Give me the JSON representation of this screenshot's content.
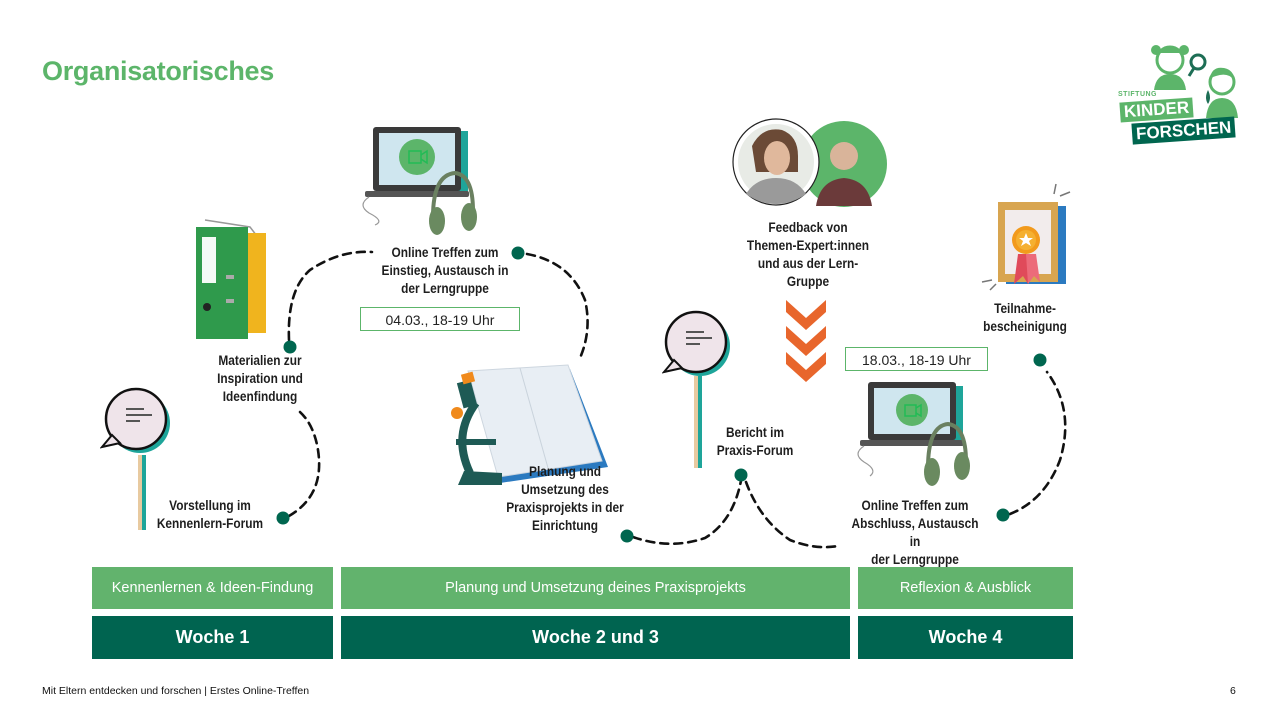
{
  "title": "Organisatorisches",
  "logo": {
    "line1": "STIFTUNG",
    "line2": "KINDER",
    "line3": "FORSCHEN"
  },
  "colors": {
    "accent": "#5cb56a",
    "dark_green": "#006450",
    "phase_green": "#62b36d",
    "orange": "#e8662c",
    "node": "#00664f"
  },
  "steps": [
    {
      "id": "vorstellung",
      "label_lines": [
        "Vorstellung im",
        "Kennenlern-Forum"
      ],
      "icon": "speech-bubble-sign-icon"
    },
    {
      "id": "materialien",
      "label_lines": [
        "Materialien zur",
        "Inspiration und",
        "Ideenfindung"
      ],
      "icon": "binder-icon"
    },
    {
      "id": "online-einstieg",
      "label_lines": [
        "Online Treffen zum",
        "Einstieg, Austausch in",
        "der Lerngruppe"
      ],
      "icon": "laptop-headphones-icon",
      "date": "04.03., 18-19 Uhr"
    },
    {
      "id": "planung",
      "label_lines": [
        "Planung und",
        "Umsetzung des",
        "Praxisprojekts in der",
        "Einrichtung"
      ],
      "icon": "microscope-notebook-icon"
    },
    {
      "id": "bericht",
      "label_lines": [
        "Bericht im",
        "Praxis-Forum"
      ],
      "icon": "speech-bubble-sign-icon"
    },
    {
      "id": "feedback",
      "label_lines": [
        "Feedback von",
        "Themen-Expert:innen",
        "und aus der Lern-",
        "Gruppe"
      ],
      "icon": "expert-avatars-icon"
    },
    {
      "id": "online-abschluss",
      "label_lines": [
        "Online Treffen zum",
        "Abschluss, Austausch in",
        "der Lerngruppe"
      ],
      "icon": "laptop-headphones-icon",
      "date": "18.03., 18-19 Uhr"
    },
    {
      "id": "teilnahme",
      "label_lines": [
        "Teilnahme-",
        "bescheinigung"
      ],
      "icon": "certificate-icon"
    }
  ],
  "phases": [
    {
      "label": "Kennenlernen & Ideen-Findung",
      "week": "Woche 1"
    },
    {
      "label": "Planung und Umsetzung deines Praxisprojekts",
      "week": "Woche 2 und 3"
    },
    {
      "label": "Reflexion & Ausblick",
      "week": "Woche 4"
    }
  ],
  "footer": {
    "text": "Mit Eltern entdecken und forschen | Erstes Online-Treffen",
    "page": "6"
  }
}
